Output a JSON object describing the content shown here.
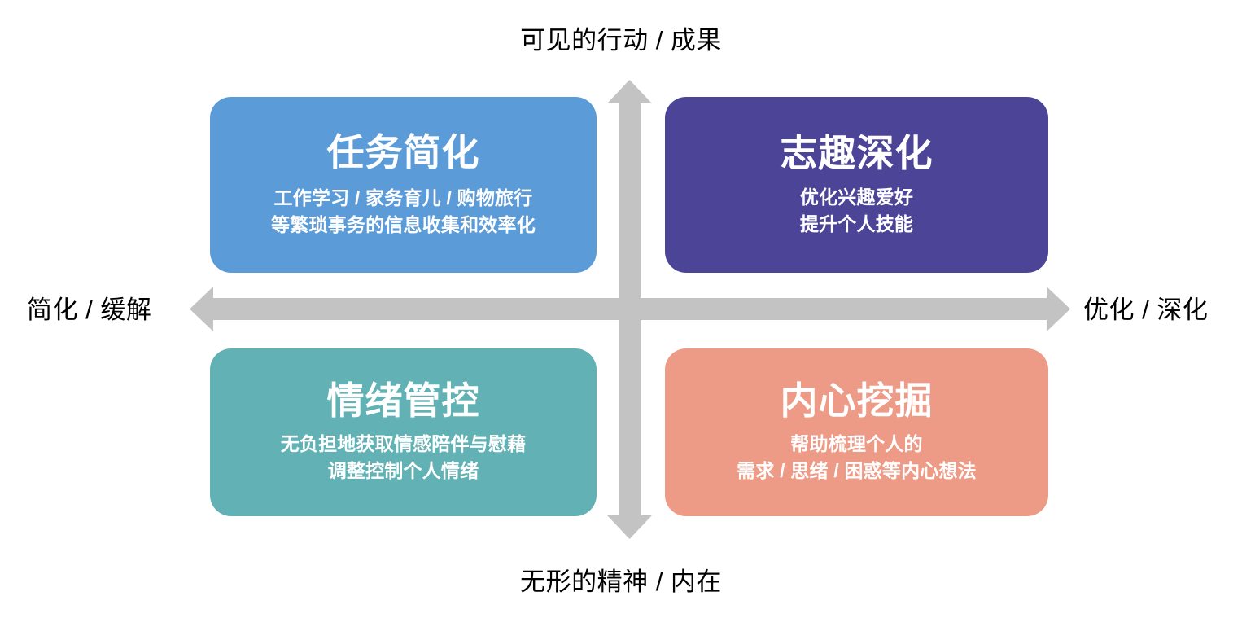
{
  "diagram": {
    "type": "2x2-quadrant-matrix",
    "axes": {
      "vertical": {
        "top_label": "可见的行动 / 成果",
        "bottom_label": "无形的精神 / 内在",
        "arrow_color": "#c3c3c3",
        "double_headed": true
      },
      "horizontal": {
        "left_label": "简化 / 缓解",
        "right_label": "优化 / 深化",
        "arrow_color": "#c3c3c3",
        "double_headed": true
      }
    },
    "quadrants": [
      {
        "position": "top-left",
        "title": "任务简化",
        "desc_line_1": "工作学习 / 家务育儿 / 购物旅行",
        "desc_line_2": "等繁琐事务的信息收集和效率化",
        "color": "#5b9bd8"
      },
      {
        "position": "top-right",
        "title": "志趣深化",
        "desc_line_1": "优化兴趣爱好",
        "desc_line_2": "提升个人技能",
        "color": "#4b4497"
      },
      {
        "position": "bottom-left",
        "title": "情绪管控",
        "desc_line_1": "无负担地获取情感陪伴与慰藉",
        "desc_line_2": "调整控制个人情绪",
        "color": "#62b2b5"
      },
      {
        "position": "bottom-right",
        "title": "内心挖掘",
        "desc_line_1": "帮助梳理个人的",
        "desc_line_2": "需求 / 思绪 / 困惑等内心想法",
        "color": "#ed9b86"
      }
    ]
  }
}
